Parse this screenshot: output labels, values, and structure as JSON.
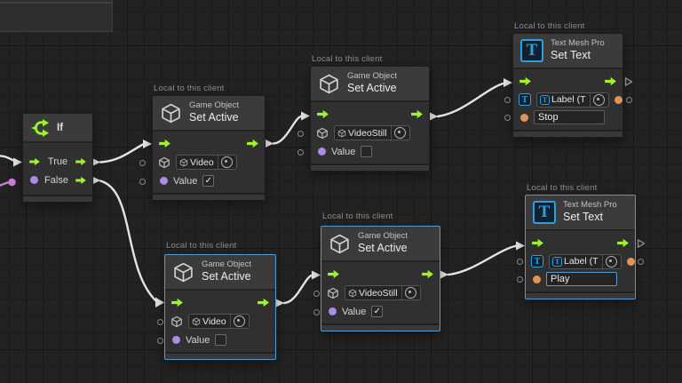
{
  "context_label": "Local to this client",
  "if_node": {
    "title": "If",
    "true_label": "True",
    "false_label": "False"
  },
  "set_active_node": {
    "category": "Game Object",
    "title": "Set Active",
    "value_label": "Value"
  },
  "set_text_node": {
    "category": "Text Mesh Pro",
    "title": "Set Text"
  },
  "fields": {
    "video": "Video",
    "videostill": "VideoStill",
    "label_ref": "Label (T",
    "stop_text": "Stop",
    "play_text": "Play"
  },
  "glyphs": {
    "check": "✓",
    "tmp_logo": "T"
  },
  "states": {
    "set_active_video_top": {
      "value_checked": true
    },
    "set_active_videostill_top": {
      "value_checked": false
    },
    "set_active_video_bottom": {
      "value_checked": false
    },
    "set_active_videostill_bottom": {
      "value_checked": true
    },
    "set_text_play": {
      "selected": true,
      "field_focused": true
    },
    "set_text_stop": {
      "selected": false
    }
  },
  "colors": {
    "background": "#222222",
    "node_header": "#3b3b3b",
    "node_body": "#303030",
    "flow_green": "#9ef32e",
    "selection_blue": "#4f9bd5",
    "value_purple": "#ab8ce4",
    "string_orange": "#e09455",
    "wire_white": "#e4e4e4",
    "wire_purple": "#c77fd4",
    "tmp_blue": "#2f9fe0"
  }
}
